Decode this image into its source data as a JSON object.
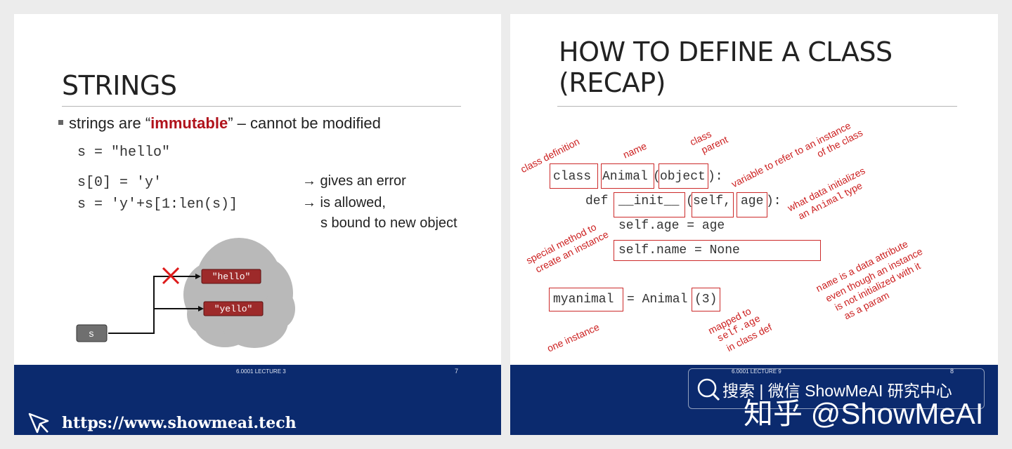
{
  "slide1": {
    "title": "STRINGS",
    "bullet_pre": "strings are “",
    "bullet_bold": "immutable",
    "bullet_post": "” – cannot be modified",
    "code1": "s = \"hello\"",
    "code2": "s[0] = 'y'",
    "code3": "s = 'y'+s[1:len(s)]",
    "note1": "→ gives an error",
    "note2": "→ is allowed,",
    "note3": "s bound to new object",
    "box_hello": "\"hello\"",
    "box_yello": "\"yello\"",
    "var_s": "s",
    "footer_lecture": "6.0001 LECTURE 3",
    "footer_page": "7"
  },
  "slide2": {
    "title_line1": "HOW TO DEFINE A CLASS",
    "title_line2": "(RECAP)",
    "code": {
      "class_kw": "class",
      "class_name": "Animal",
      "paren_open": "(",
      "parent": "object",
      "paren_close_colon": "):",
      "def_kw": "def",
      "init": "__init__",
      "init_paren": "(",
      "self_param": "self,",
      "age_param": "age",
      "def_end": "):",
      "line3": "self.age = age",
      "line4": "self.name = None",
      "instance_var": "myanimal",
      "assign": "= Animal",
      "call_arg": "(3)"
    },
    "annotations": {
      "class_definition": "class definition",
      "name": "name",
      "class_parent_1": "class",
      "class_parent_2": "parent",
      "variable_1": "variable to refer to an instance",
      "variable_2": "of the class",
      "what_data_1": "what data initializes",
      "what_data_2a": "an ",
      "what_data_2b": "Animal",
      "what_data_2c": " type",
      "special_1": "special method to",
      "special_2": "create an instance",
      "name_attr_1a": "name",
      "name_attr_1b": " is a data attribute",
      "name_attr_2": "even though an instance",
      "name_attr_3": "is not initialized with it",
      "name_attr_4": "as a param",
      "one_instance": "one instance",
      "mapped_1": "mapped to",
      "mapped_2": "self.age",
      "mapped_3": "in class def"
    },
    "footer_lecture": "6.0001 LECTURE 9",
    "footer_page": "8"
  },
  "watermark": {
    "line1": "搜索 | 微信  ShowMeAI 研究中心",
    "line2": "知乎 @ShowMeAI",
    "url": "https://www.showmeai.tech"
  }
}
